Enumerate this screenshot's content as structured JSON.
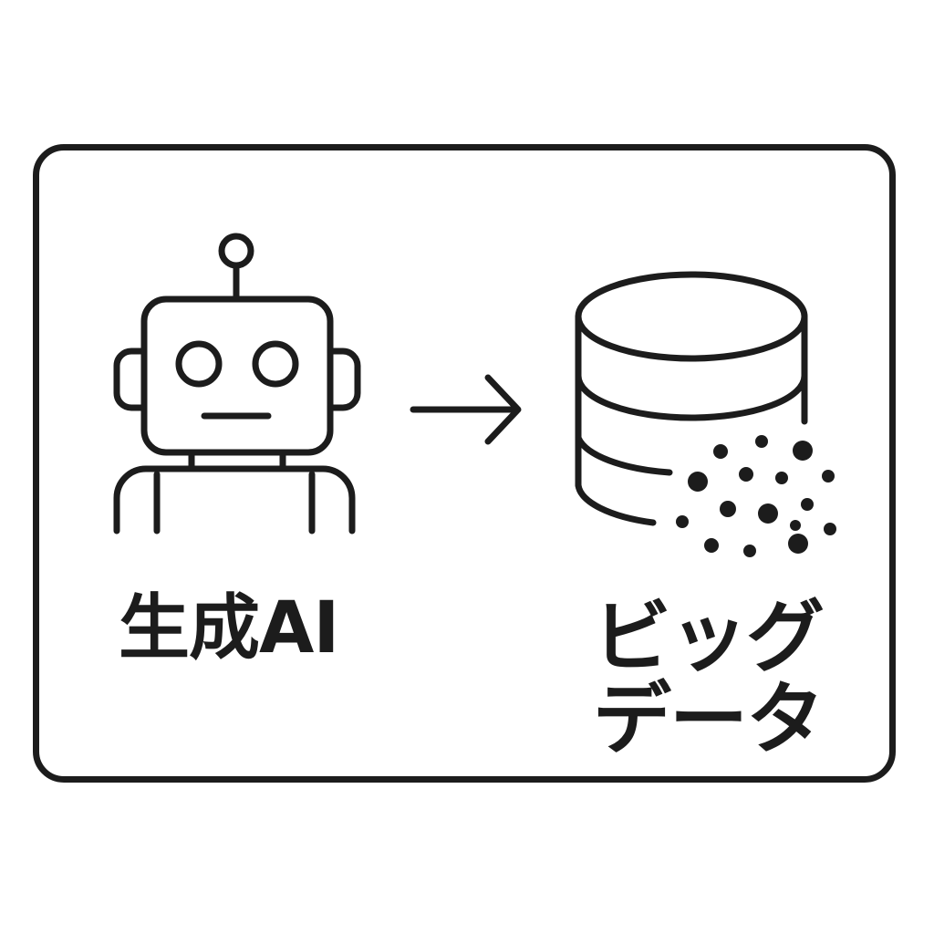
{
  "colors": {
    "ink": "#1c1c1c",
    "background": "#ffffff"
  },
  "left_node": {
    "icon": "robot-icon",
    "label": "生成AI"
  },
  "connector": {
    "icon": "arrow-right-icon"
  },
  "right_node": {
    "icon": "database-icon",
    "particles_icon": "data-dots-icon",
    "label_line1": "ビッグ",
    "label_line2": "データ"
  }
}
